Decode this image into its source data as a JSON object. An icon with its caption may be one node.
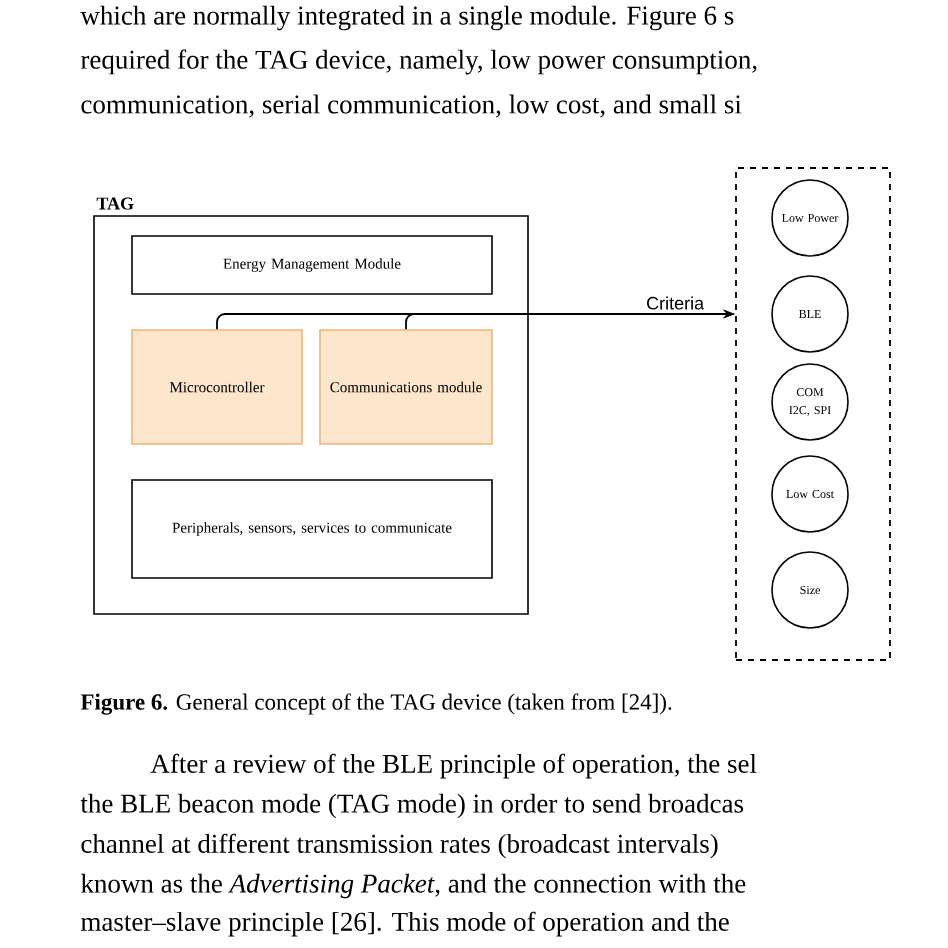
{
  "diagram": {
    "caption": "**Figure 6.** General concept of the TAG device (taken from [24]).",
    "nodes": [
      {
        "text": [
          "TAG"
        ]
      },
      {
        "text": [
          "Energy Management Module"
        ],
        "in": 0
      },
      {
        "text": [
          "Microcontroller"
        ],
        "in": 0
      },
      {
        "text": [
          "Communications module"
        ],
        "in": 0
      },
      {
        "text": [
          "Peripherals, sensors, services to communicate"
        ],
        "in": 0
      },
      {
        "text": [],
        "shape": "box"
      },
      {
        "text": [
          "Low Power"
        ],
        "in": 5
      },
      {
        "text": [
          "BLE"
        ],
        "in": 5
      },
      {
        "text": [
          "COM I2C, SPI"
        ],
        "in": 5
      },
      {
        "text": [
          "Low Cost"
        ],
        "in": 5
      },
      {
        "text": [
          "Size"
        ],
        "in": 5
      }
    ],
    "edges": [
      {
        "from": 2,
        "to": 5,
        "arrow": "to"
      },
      {
        "from": 3,
        "to": 5,
        "arrow": "to",
        "label": "Criteria"
      }
    ],
    "labels": [
      "which are normally integrated in a single module. Figure 6 s",
      "required for the TAG device, namely, low power consumption,",
      "communication, serial communication, low cost, and small si",
      "After a review of the BLE principle of operation, the sel",
      "the BLE beacon mode (TAG mode) in order to send broadcas",
      "channel at different transmission rates (broadcast intervals)",
      "known as the *Advertising Packet*, and the connection with the",
      "master–slave principle [26]. This mode of operation and the"
    ]
  }
}
